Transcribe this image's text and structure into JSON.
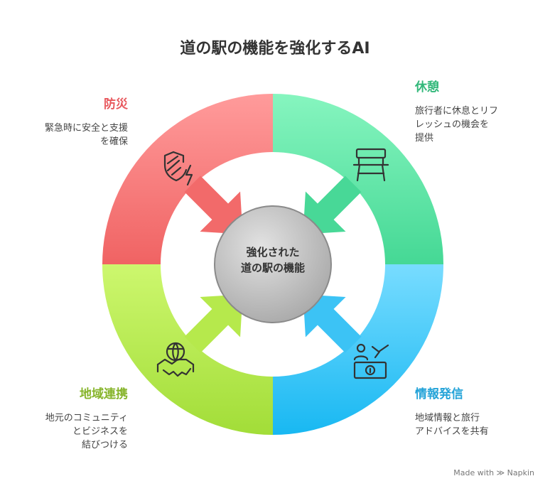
{
  "title": "道の駅の機能を強化するAI",
  "center": {
    "line1": "強化された",
    "line2": "道の駅の機能"
  },
  "segments": [
    {
      "id": "bousai",
      "title": "防災",
      "desc": "緊急時に安全と支援\nを確保",
      "color": "#e8585d",
      "icon": "shield-bolt-icon"
    },
    {
      "id": "kyuukei",
      "title": "休憩",
      "desc": "旅行者に休息とリフ\nレッシュの機会を\n提供",
      "color": "#32b87a",
      "icon": "bench-icon"
    },
    {
      "id": "chiiki",
      "title": "地域連携",
      "desc": "地元のコミュニティ\nとビジネスを\n結びつける",
      "color": "#86b42a",
      "icon": "handshake-globe-icon"
    },
    {
      "id": "jouhou",
      "title": "情報発信",
      "desc": "地域情報と旅行\nアドバイスを共有",
      "color": "#24a3d8",
      "icon": "info-desk-icon"
    }
  ],
  "footer": {
    "made_with": "Made with",
    "brand": "Napkin"
  }
}
